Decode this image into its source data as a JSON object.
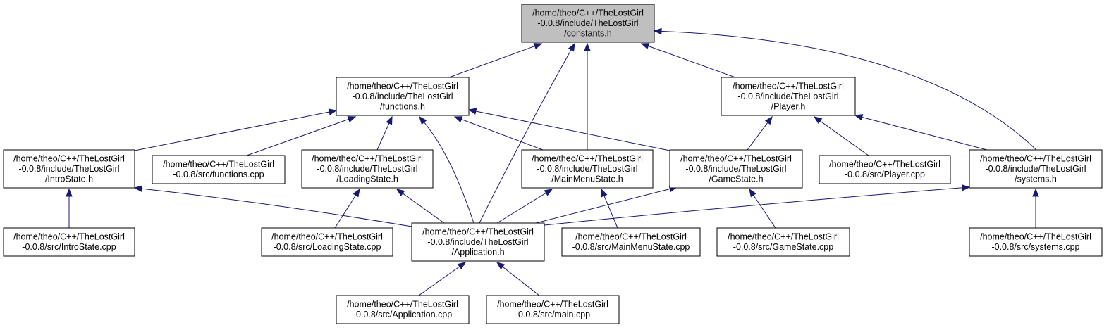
{
  "colors": {
    "edge": "#191970",
    "node_border": "#000000",
    "root_fill": "#bfbfbf",
    "node_fill": "#ffffff"
  },
  "nodes": [
    {
      "id": "constants_h",
      "lines": [
        "/home/theo/C++/TheLostGirl",
        "-0.0.8/include/TheLostGirl",
        "/constants.h"
      ],
      "root": true
    },
    {
      "id": "functions_h",
      "lines": [
        "/home/theo/C++/TheLostGirl",
        "-0.0.8/include/TheLostGirl",
        "/functions.h"
      ]
    },
    {
      "id": "player_h",
      "lines": [
        "/home/theo/C++/TheLostGirl",
        "-0.0.8/include/TheLostGirl",
        "/Player.h"
      ]
    },
    {
      "id": "introstate_h",
      "lines": [
        "/home/theo/C++/TheLostGirl",
        "-0.0.8/include/TheLostGirl",
        "/IntroState.h"
      ]
    },
    {
      "id": "functions_cpp",
      "lines": [
        "/home/theo/C++/TheLostGirl",
        "-0.0.8/src/functions.cpp"
      ]
    },
    {
      "id": "loadingstate_h",
      "lines": [
        "/home/theo/C++/TheLostGirl",
        "-0.0.8/include/TheLostGirl",
        "/LoadingState.h"
      ]
    },
    {
      "id": "mainmenustate_h",
      "lines": [
        "/home/theo/C++/TheLostGirl",
        "-0.0.8/include/TheLostGirl",
        "/MainMenuState.h"
      ]
    },
    {
      "id": "gamestate_h",
      "lines": [
        "/home/theo/C++/TheLostGirl",
        "-0.0.8/include/TheLostGirl",
        "/GameState.h"
      ]
    },
    {
      "id": "player_cpp",
      "lines": [
        "/home/theo/C++/TheLostGirl",
        "-0.0.8/src/Player.cpp"
      ]
    },
    {
      "id": "systems_h",
      "lines": [
        "/home/theo/C++/TheLostGirl",
        "-0.0.8/include/TheLostGirl",
        "/systems.h"
      ]
    },
    {
      "id": "introstate_cpp",
      "lines": [
        "/home/theo/C++/TheLostGirl",
        "-0.0.8/src/IntroState.cpp"
      ]
    },
    {
      "id": "loadingstate_cpp",
      "lines": [
        "/home/theo/C++/TheLostGirl",
        "-0.0.8/src/LoadingState.cpp"
      ]
    },
    {
      "id": "application_h",
      "lines": [
        "/home/theo/C++/TheLostGirl",
        "-0.0.8/include/TheLostGirl",
        "/Application.h"
      ]
    },
    {
      "id": "mainmenustate_cpp",
      "lines": [
        "/home/theo/C++/TheLostGirl",
        "-0.0.8/src/MainMenuState.cpp"
      ]
    },
    {
      "id": "gamestate_cpp",
      "lines": [
        "/home/theo/C++/TheLostGirl",
        "-0.0.8/src/GameState.cpp"
      ]
    },
    {
      "id": "systems_cpp",
      "lines": [
        "/home/theo/C++/TheLostGirl",
        "-0.0.8/src/systems.cpp"
      ]
    },
    {
      "id": "application_cpp",
      "lines": [
        "/home/theo/C++/TheLostGirl",
        "-0.0.8/src/Application.cpp"
      ]
    },
    {
      "id": "main_cpp",
      "lines": [
        "/home/theo/C++/TheLostGirl",
        "-0.0.8/src/main.cpp"
      ]
    }
  ],
  "edges": [
    {
      "from": "functions_h",
      "to": "constants_h"
    },
    {
      "from": "application_h",
      "to": "constants_h"
    },
    {
      "from": "mainmenustate_h",
      "to": "constants_h"
    },
    {
      "from": "player_h",
      "to": "constants_h"
    },
    {
      "from": "systems_h",
      "to": "constants_h"
    },
    {
      "from": "introstate_h",
      "to": "functions_h"
    },
    {
      "from": "functions_cpp",
      "to": "functions_h"
    },
    {
      "from": "loadingstate_h",
      "to": "functions_h"
    },
    {
      "from": "application_h",
      "to": "functions_h"
    },
    {
      "from": "mainmenustate_h",
      "to": "functions_h"
    },
    {
      "from": "gamestate_h",
      "to": "functions_h"
    },
    {
      "from": "gamestate_h",
      "to": "player_h"
    },
    {
      "from": "player_cpp",
      "to": "player_h"
    },
    {
      "from": "systems_h",
      "to": "player_h"
    },
    {
      "from": "introstate_cpp",
      "to": "introstate_h"
    },
    {
      "from": "application_h",
      "to": "introstate_h"
    },
    {
      "from": "loadingstate_cpp",
      "to": "loadingstate_h"
    },
    {
      "from": "application_h",
      "to": "loadingstate_h"
    },
    {
      "from": "application_h",
      "to": "mainmenustate_h"
    },
    {
      "from": "mainmenustate_cpp",
      "to": "mainmenustate_h"
    },
    {
      "from": "application_h",
      "to": "gamestate_h"
    },
    {
      "from": "gamestate_cpp",
      "to": "gamestate_h"
    },
    {
      "from": "application_h",
      "to": "systems_h"
    },
    {
      "from": "systems_cpp",
      "to": "systems_h"
    },
    {
      "from": "application_cpp",
      "to": "application_h"
    },
    {
      "from": "main_cpp",
      "to": "application_h"
    }
  ]
}
